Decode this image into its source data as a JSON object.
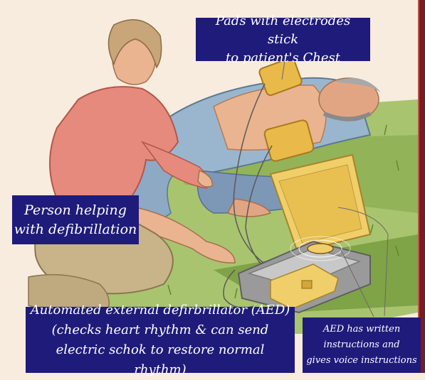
{
  "labels": {
    "pads": "Pads with electrodes stick\nto patient's Chest",
    "person": "Person helping\nwith defibrillation",
    "aed": "Automated external defirbrillator (AED)\n(checks heart rhythm & can send\nelectric schok to restore normal rhythm)",
    "aed_instructions": "AED has written\ninstructions and\ngives voice instructions"
  },
  "colors": {
    "label_background": "#1f1b7a",
    "label_text": "#ffffff",
    "page_background": "#f7ecde",
    "border": "#7a1a22",
    "pad": "#e9b94a",
    "aed_case": "#f0cf6a",
    "grass": "#7fa347",
    "shirt_patient": "#9ab6cf",
    "shirt_helper": "#e58a7c"
  }
}
